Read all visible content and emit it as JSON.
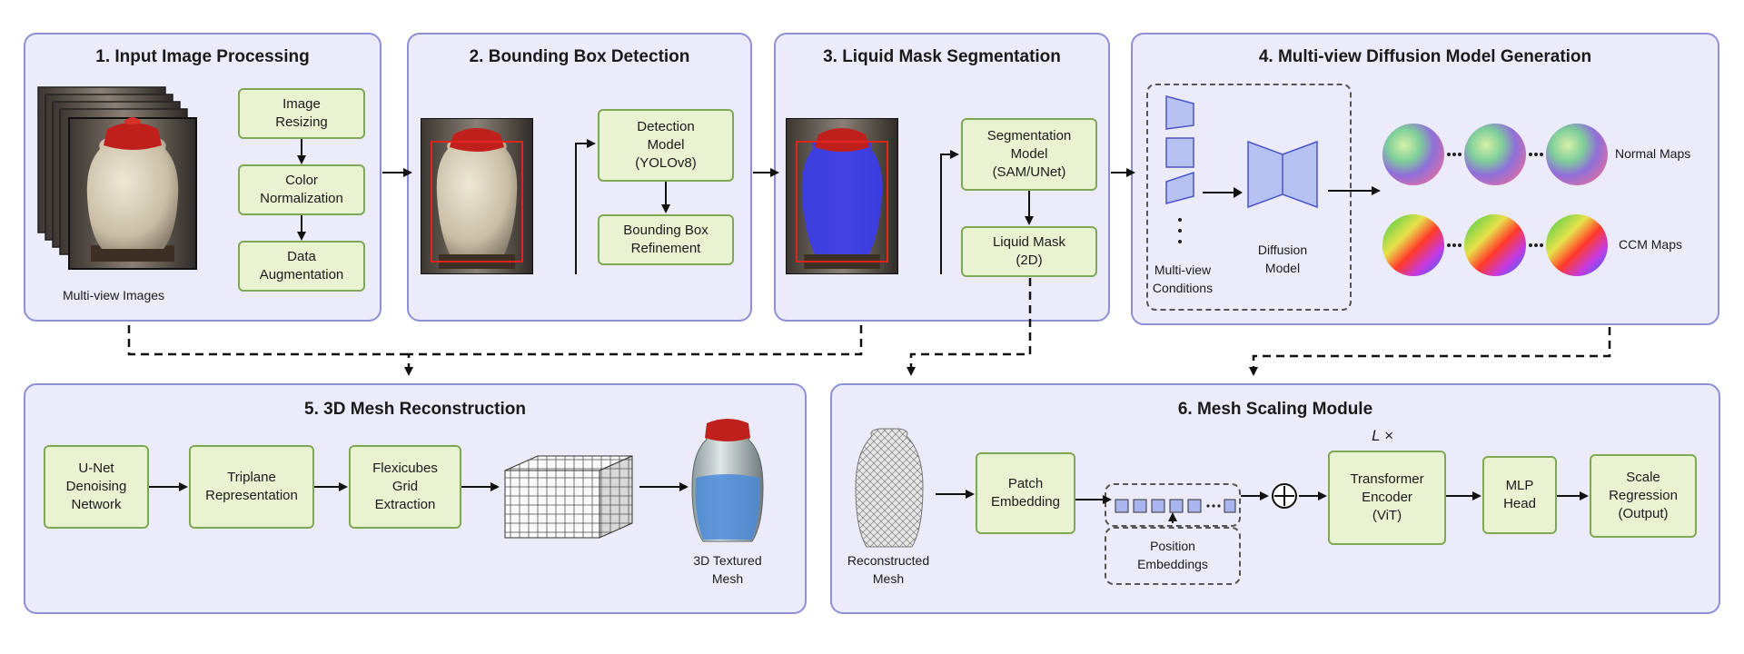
{
  "panels": {
    "p1": {
      "title": "1. Input Image Processing",
      "steps": [
        "Image\nResizing",
        "Color\nNormalization",
        "Data\nAugmentation"
      ],
      "caption": "Multi-view Images"
    },
    "p2": {
      "title": "2. Bounding Box Detection",
      "steps": [
        "Detection\nModel\n(YOLOv8)",
        "Bounding Box\nRefinement"
      ]
    },
    "p3": {
      "title": "3. Liquid Mask Segmentation",
      "steps": [
        "Segmentation\nModel\n(SAM/UNet)",
        "Liquid Mask\n(2D)"
      ]
    },
    "p4": {
      "title": "4. Multi-view Diffusion Model Generation",
      "conditions": "Multi-view\nConditions",
      "model": "Diffusion\nModel",
      "normal": "Normal Maps",
      "ccm": "CCM Maps"
    },
    "p5": {
      "title": "5. 3D Mesh Reconstruction",
      "steps": [
        "U-Net\nDenoising\nNetwork",
        "Triplane\nRepresentation",
        "Flexicubes\nGrid\nExtraction"
      ],
      "output": "3D Textured\nMesh"
    },
    "p6": {
      "title": "6. Mesh Scaling Module",
      "input": "Reconstructed\nMesh",
      "patch": "Patch\nEmbedding",
      "position": "Position\nEmbeddings",
      "repeat": "L ×",
      "encoder": "Transformer\nEncoder\n(ViT)",
      "mlp": "MLP\nHead",
      "output": "Scale\nRegression\n(Output)"
    }
  },
  "colors": {
    "panel_fill": "#ecebfa",
    "panel_border": "#8f8fd6",
    "box_fill": "#e9f3d2",
    "box_border": "#7fa856",
    "mask_blue": "#3b3cf0",
    "bbox_red": "#e0241b",
    "embed_token": "#aab4ee"
  },
  "icons": [
    "jar-photo",
    "bounding-box",
    "liquid-mask",
    "voxel-grid",
    "textured-jar",
    "wireframe-jar",
    "plus-circle-icon",
    "arrow-icon"
  ]
}
